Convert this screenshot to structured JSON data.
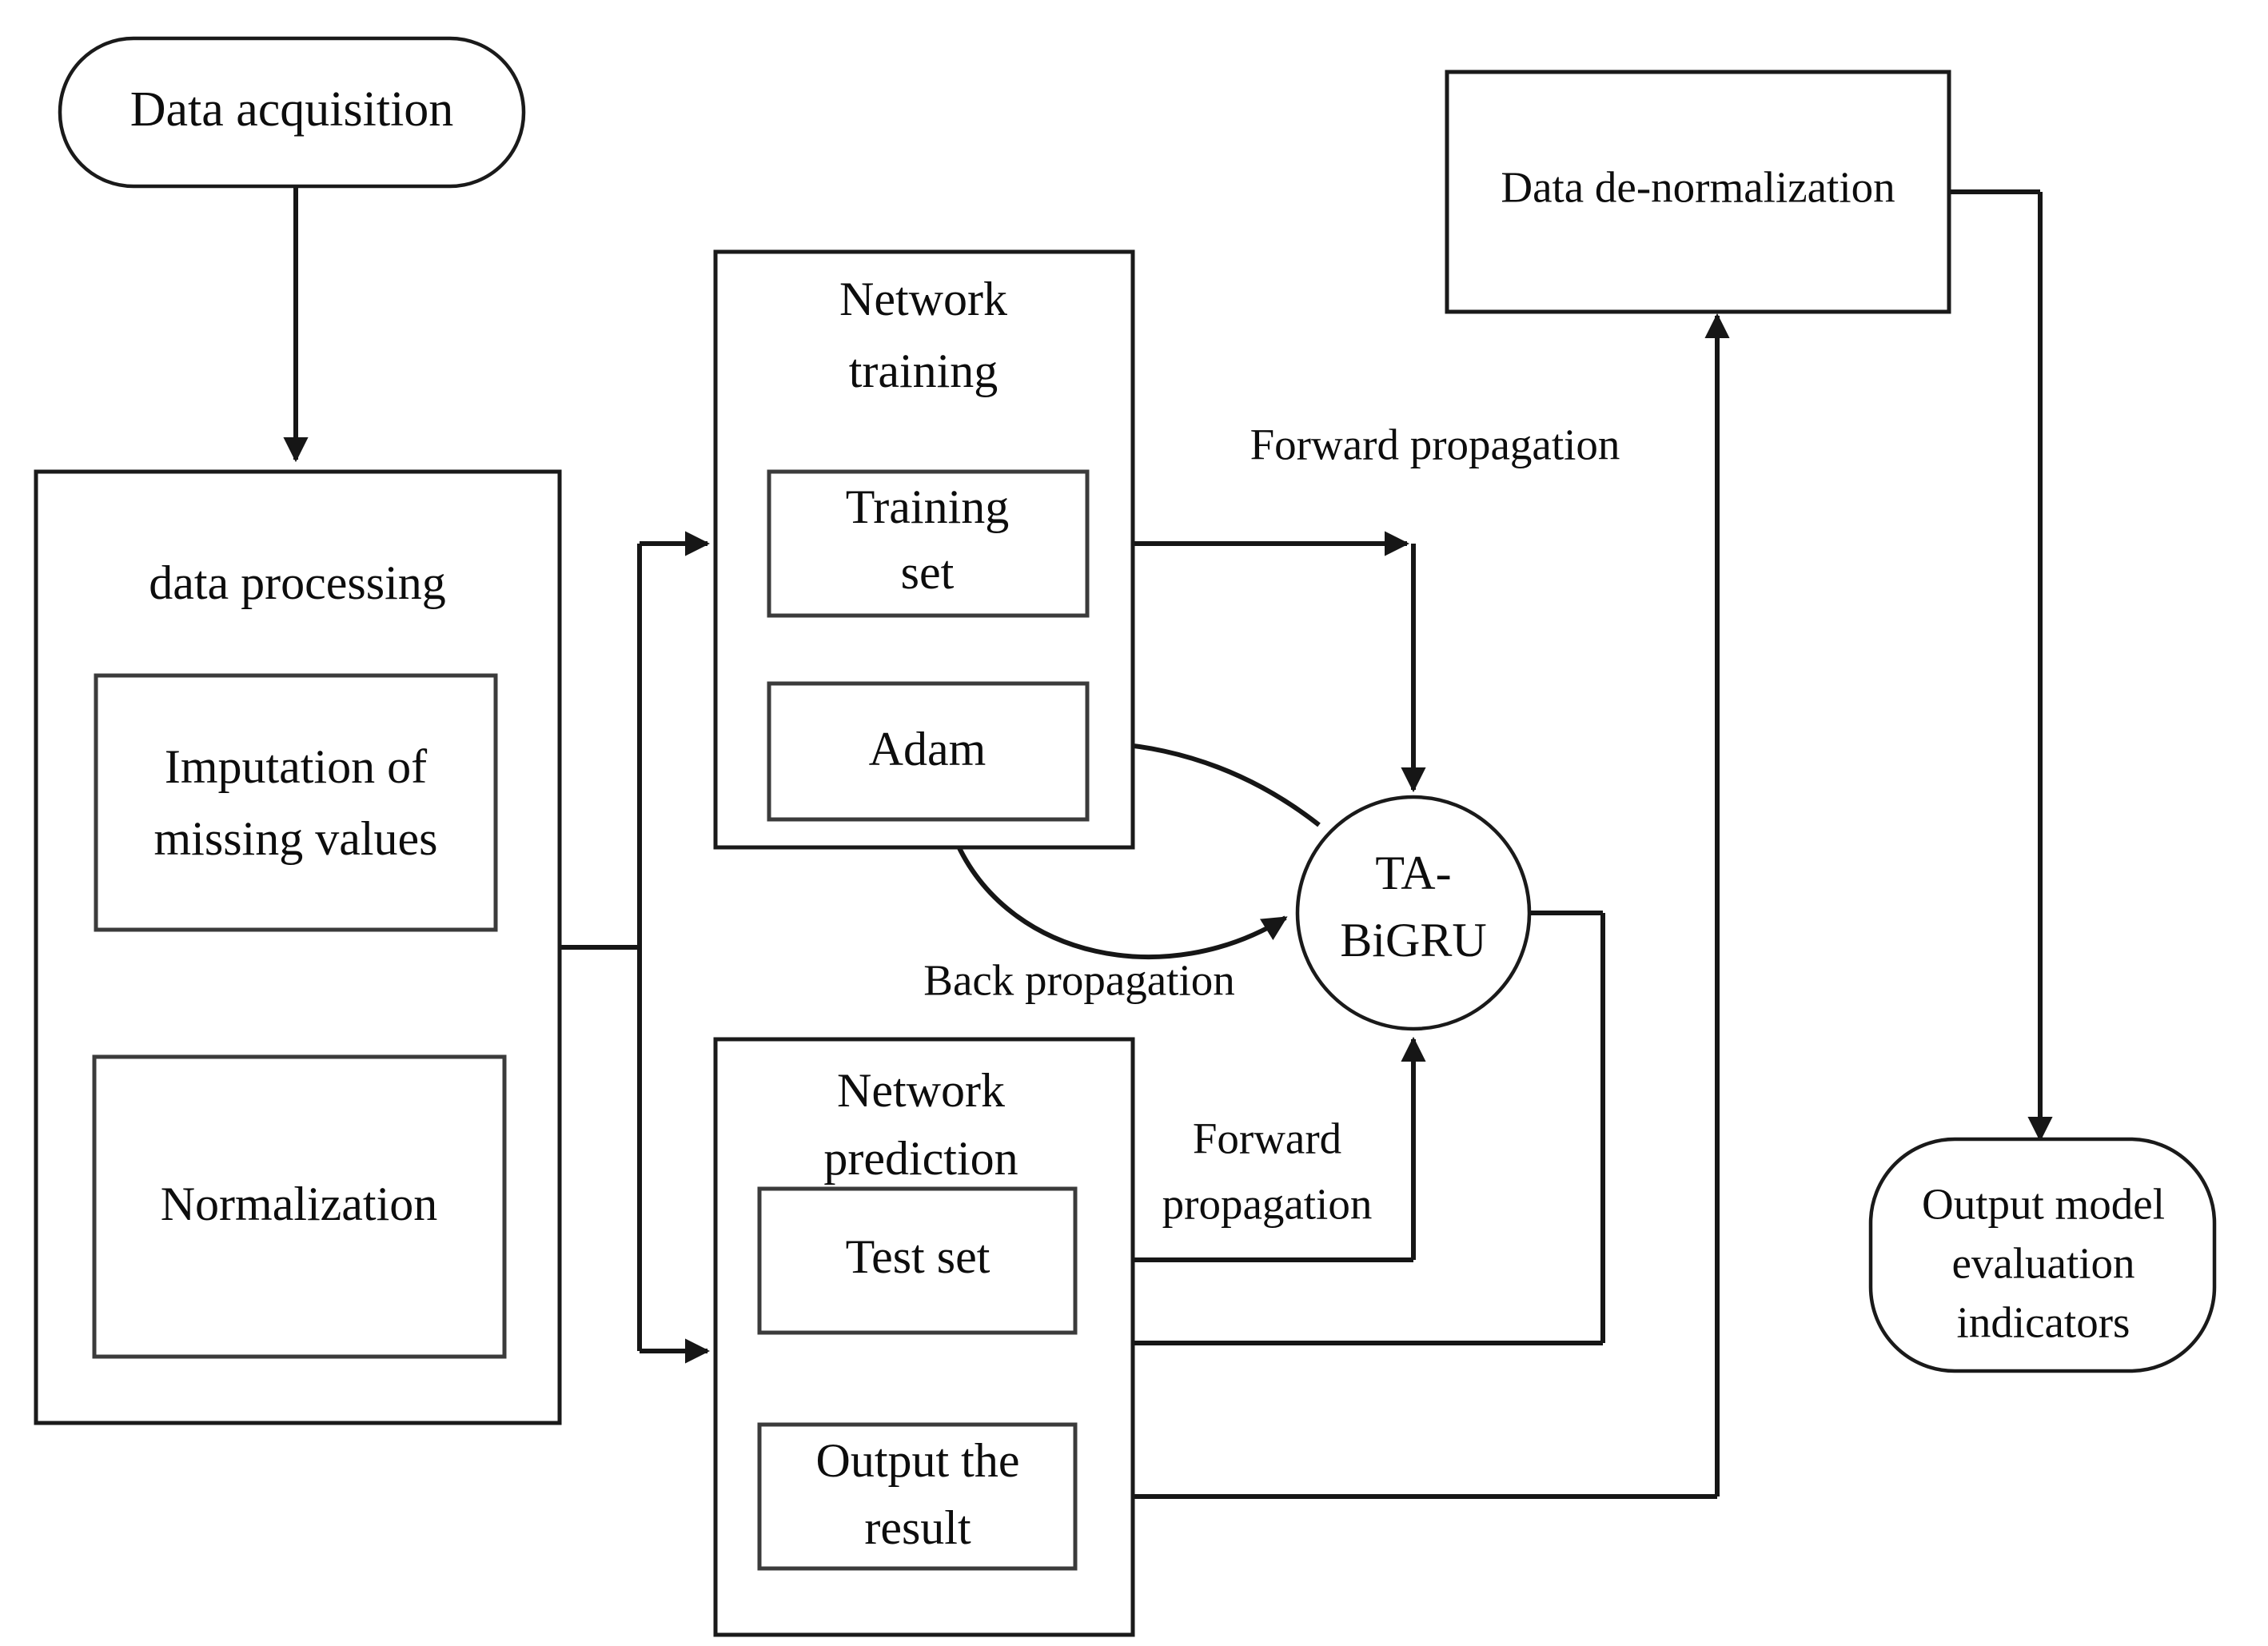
{
  "diagram": {
    "title": "TA-BiGRU model workflow flowchart",
    "colors": {
      "background": "#ffffff",
      "stroke": "#1a1a1a",
      "text": "#0d0d0d"
    },
    "nodes": {
      "data_acquisition": {
        "label": "Data acquisition",
        "shape": "rounded-terminator"
      },
      "data_processing": {
        "label": "data processing",
        "shape": "container-rect"
      },
      "imputation": {
        "label_line1": "Imputation of",
        "label_line2": "missing values",
        "shape": "rect"
      },
      "normalization": {
        "label": "Normalization",
        "shape": "rect"
      },
      "network_training": {
        "label_line1": "Network",
        "label_line2": "training",
        "shape": "container-rect"
      },
      "training_set": {
        "label_line1": "Training",
        "label_line2": "set",
        "shape": "rect"
      },
      "adam": {
        "label": "Adam",
        "shape": "rect"
      },
      "network_prediction": {
        "label_line1": "Network",
        "label_line2": "prediction",
        "shape": "container-rect"
      },
      "test_set": {
        "label": "Test set",
        "shape": "rect"
      },
      "output_result": {
        "label_line1": "Output the",
        "label_line2": "result",
        "shape": "rect"
      },
      "ta_bigru": {
        "label_line1": "TA-",
        "label_line2": "BiGRU",
        "shape": "circle"
      },
      "data_denormalization": {
        "label": "Data de-normalization",
        "shape": "rect"
      },
      "output_model_eval": {
        "label_line1": "Output model",
        "label_line2": "evaluation",
        "label_line3": "indicators",
        "shape": "rounded-terminator"
      }
    },
    "edge_labels": {
      "forward_propagation_top": "Forward propagation",
      "back_propagation": "Back propagation",
      "forward_propagation_lower_line1": "Forward",
      "forward_propagation_lower_line2": "propagation"
    }
  }
}
